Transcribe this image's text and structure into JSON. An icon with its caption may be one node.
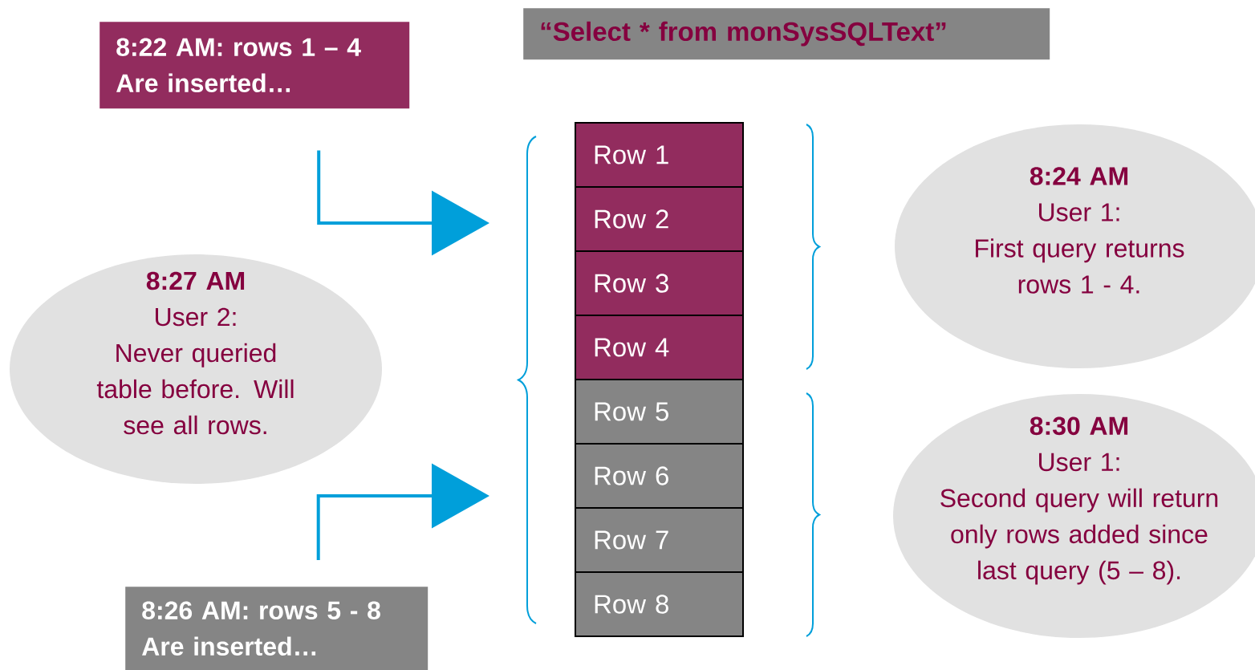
{
  "diagram": {
    "nodes": [
      {
        "text": [
          "8:22 AM: rows 1 – 4",
          "Are inserted…"
        ]
      },
      {
        "text": [
          "“Select * from monSysSQLText”"
        ]
      },
      {
        "text": [
          "Row 1"
        ]
      },
      {
        "text": [
          "Row 2"
        ]
      },
      {
        "text": [
          "Row 3"
        ]
      },
      {
        "text": [
          "Row 4"
        ]
      },
      {
        "text": [
          "Row 5"
        ]
      },
      {
        "text": [
          "Row 6"
        ]
      },
      {
        "text": [
          "Row 7"
        ]
      },
      {
        "text": [
          "Row 8"
        ]
      },
      {
        "text": [
          "8:27 AM",
          "User 2:",
          "Never queried table before. Will see all rows."
        ]
      },
      {
        "text": [
          "8:26 AM: rows 5 - 8",
          "Are inserted…"
        ]
      },
      {
        "text": [
          "8:24 AM",
          "User 1:",
          "First query returns rows 1 - 4."
        ]
      },
      {
        "text": [
          "8:30 AM",
          "User 1:",
          "Second query will return only rows added since last query (5 – 8)."
        ]
      }
    ],
    "edges": [
      {
        "from": 0,
        "to": null,
        "arrow": "to"
      },
      {
        "from": 11,
        "to": null,
        "arrow": "to"
      }
    ]
  }
}
